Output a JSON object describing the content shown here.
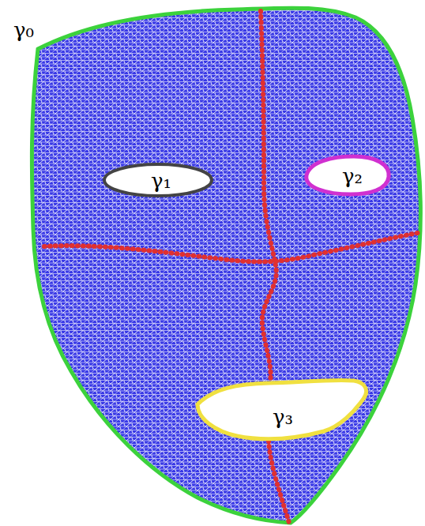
{
  "diagram": {
    "labels": [
      "γ₀",
      "γ₁",
      "γ₂",
      "γ₃"
    ]
  }
}
